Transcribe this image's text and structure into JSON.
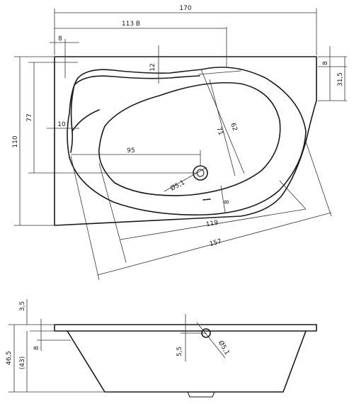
{
  "top_view": {
    "dims": {
      "overall_width": "170",
      "width_b": "113 B",
      "rim_left": "8",
      "rim_top": "12",
      "right_rim": "8",
      "right_height": "31,5",
      "height_77": "77",
      "overall_height": "110",
      "side_10": "10",
      "drain_95": "95",
      "basin_62": "62",
      "basin_71": "71",
      "drain_dia": "Ø5,1",
      "drain_rim": "8",
      "basin_119": "119",
      "outer_157": "157"
    }
  },
  "side_view": {
    "dims": {
      "rim_3_5": "3,5",
      "total_height": "46,5",
      "inner_height": "(43)",
      "rim_8": "8",
      "overflow_5_5": "5,5",
      "overflow_dia": "Ø5,1"
    }
  }
}
